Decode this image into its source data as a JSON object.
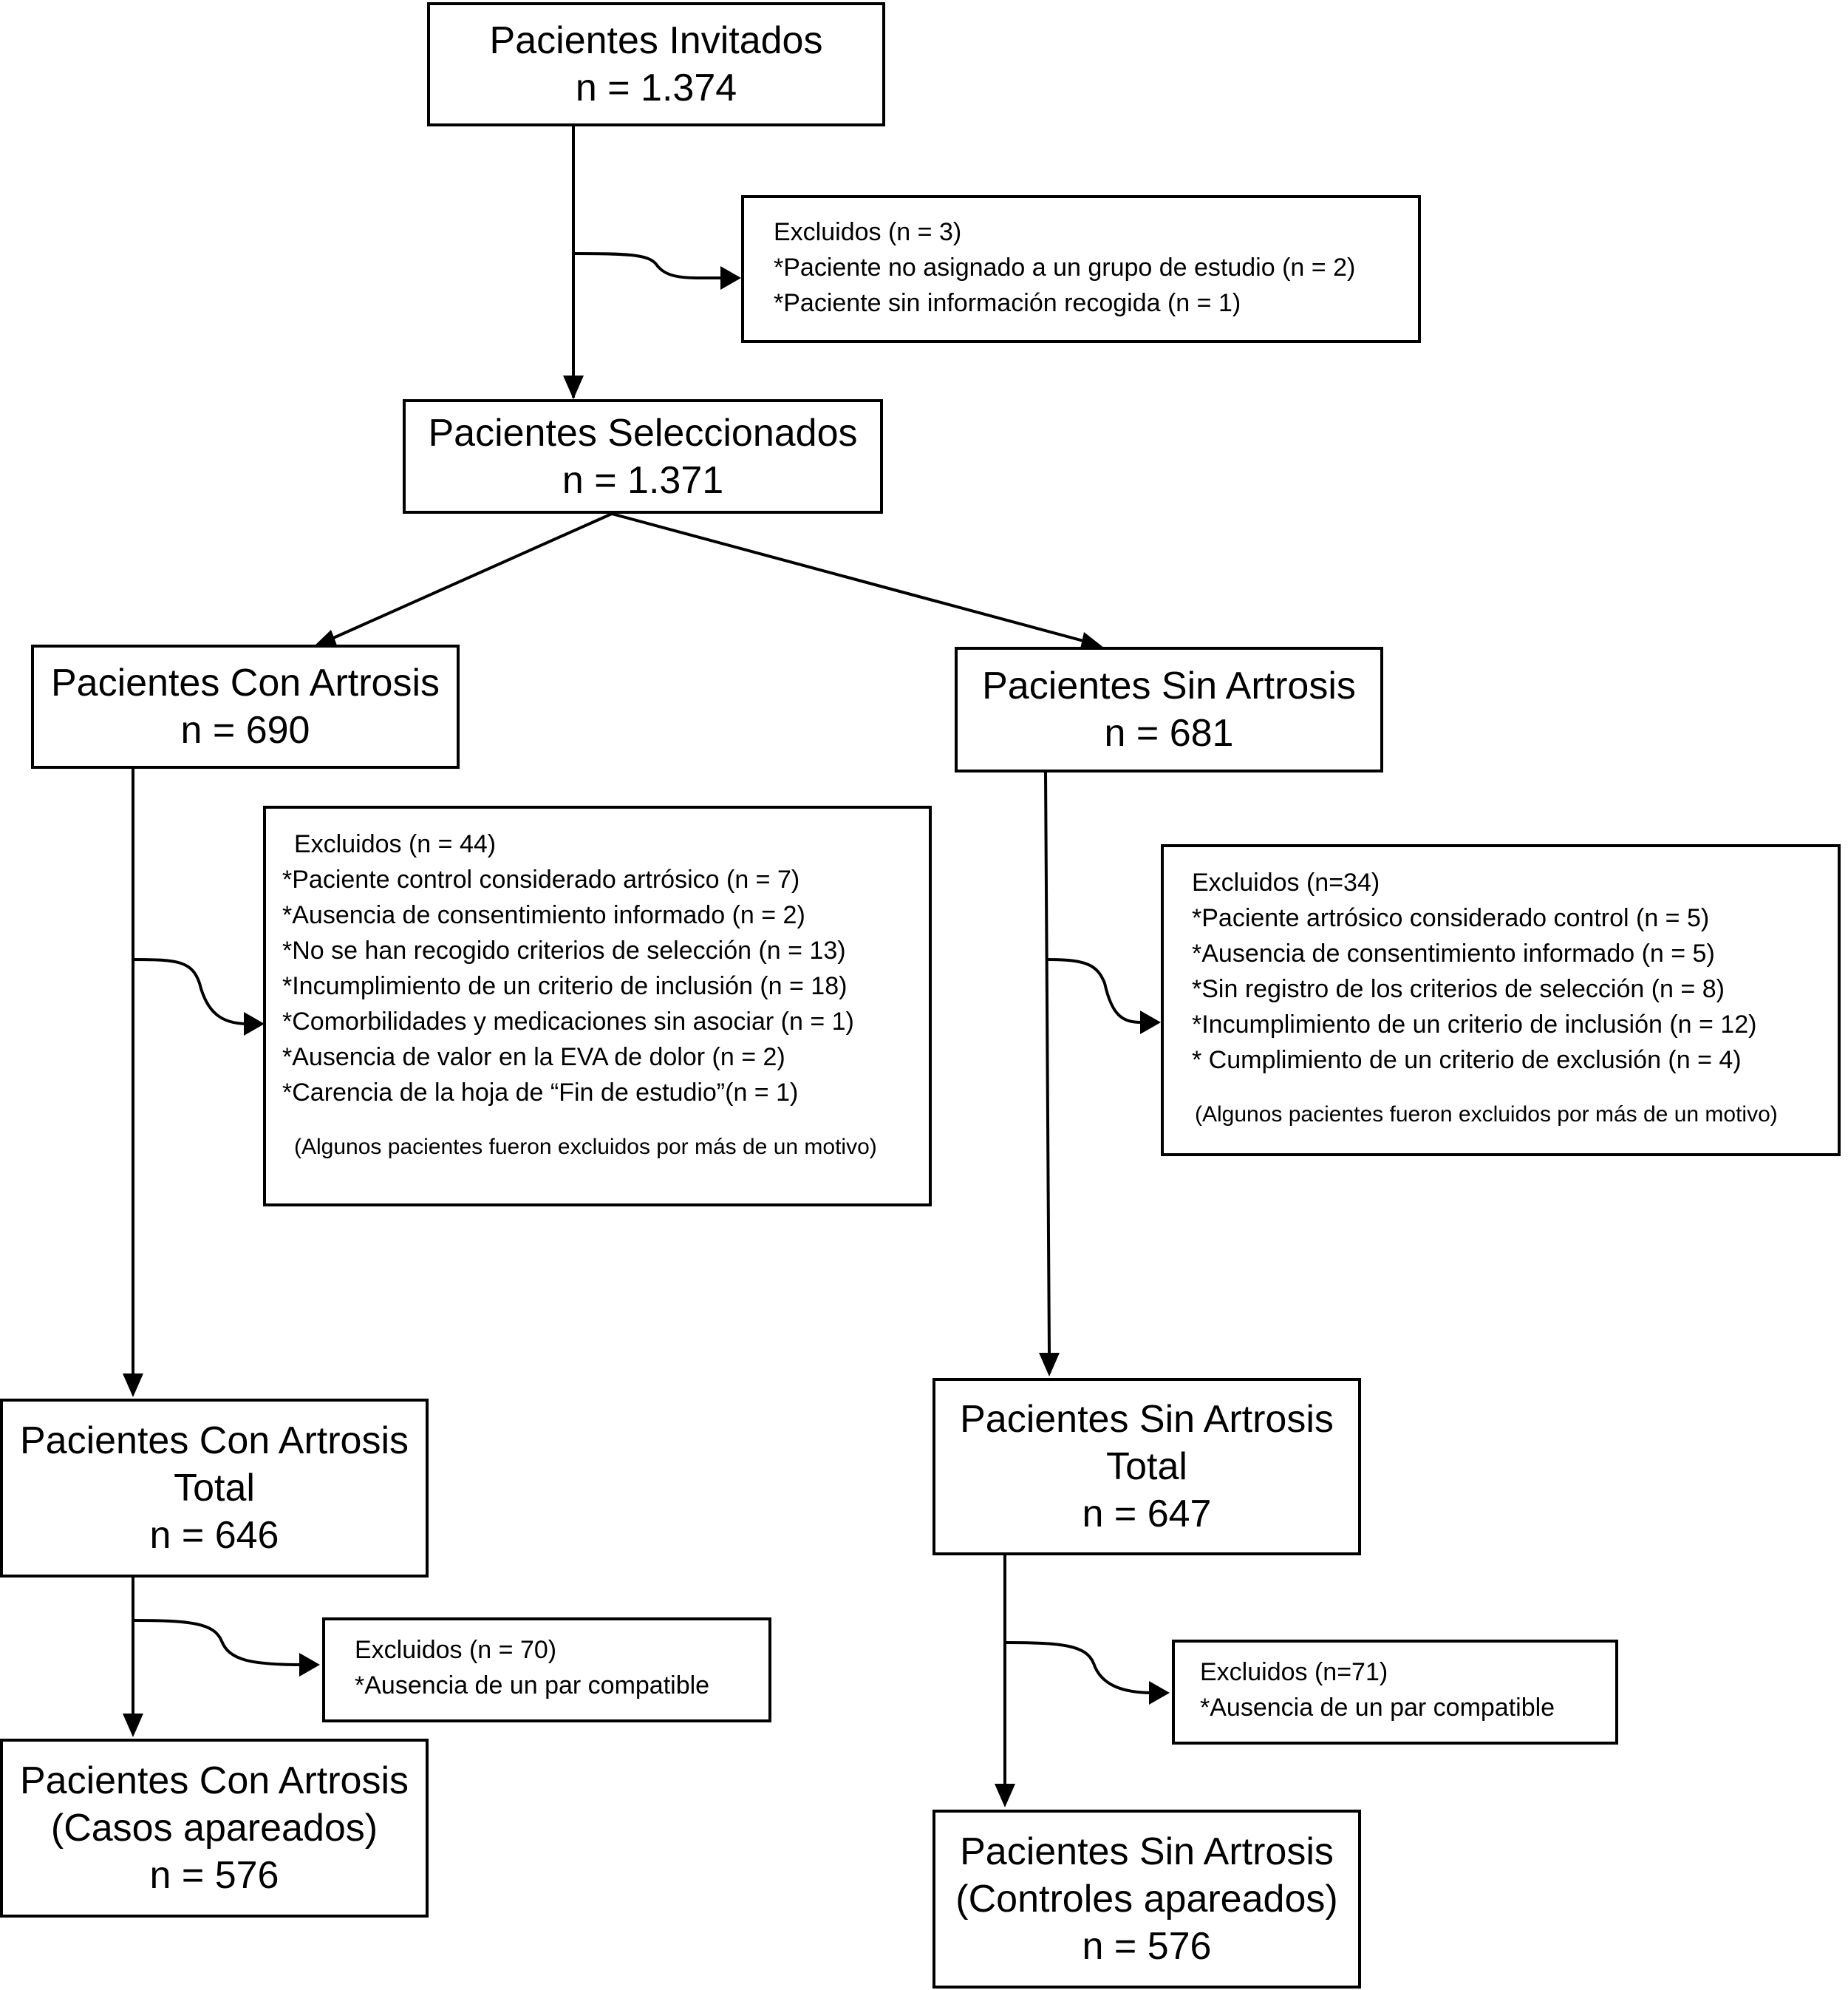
{
  "invited": {
    "title": "Pacientes Invitados",
    "n": "n = 1.374"
  },
  "excl_initial": {
    "heading": "Excluidos (n = 3)",
    "items": [
      "*Paciente no asignado a un grupo de estudio (n = 2)",
      "*Paciente sin información recogida (n = 1)"
    ]
  },
  "selected": {
    "title": "Pacientes Seleccionados",
    "n": "n = 1.371"
  },
  "con": {
    "title": "Pacientes Con Artrosis",
    "n": "n = 690"
  },
  "sin": {
    "title": "Pacientes Sin Artrosis",
    "n": "n = 681"
  },
  "excl_con": {
    "heading": "Excluidos (n = 44)",
    "items": [
      "*Paciente control considerado artrósico (n = 7)",
      "*Ausencia de consentimiento informado (n = 2)",
      "*No se han recogido criterios de selección (n = 13)",
      "*Incumplimiento de un criterio de inclusión (n = 18)",
      "*Comorbilidades y medicaciones sin asociar (n = 1)",
      "*Ausencia de valor en la EVA de dolor (n = 2)",
      "*Carencia de la hoja de “Fin de estudio”(n = 1)"
    ],
    "note": "(Algunos pacientes fueron excluidos por más de un motivo)"
  },
  "excl_sin": {
    "heading": "Excluidos (n=34)",
    "items": [
      "*Paciente artrósico considerado control (n = 5)",
      "*Ausencia de consentimiento informado (n = 5)",
      "*Sin registro de los criterios de selección (n = 8)",
      "*Incumplimiento de un criterio de inclusión (n = 12)",
      "* Cumplimiento de un criterio de exclusión (n = 4)"
    ],
    "note": "(Algunos pacientes fueron excluidos por más de un motivo)"
  },
  "con_total": {
    "title": "Pacientes Con Artrosis",
    "sub": "Total",
    "n": "n = 646"
  },
  "sin_total": {
    "title": "Pacientes Sin Artrosis",
    "sub": "Total",
    "n": "n = 647"
  },
  "excl_con_pair": {
    "heading": "Excluidos (n = 70)",
    "items": [
      "*Ausencia de un par compatible"
    ]
  },
  "excl_sin_pair": {
    "heading": "Excluidos (n=71)",
    "items": [
      "*Ausencia de un par compatible"
    ]
  },
  "con_matched": {
    "title": "Pacientes Con Artrosis",
    "sub": "(Casos apareados)",
    "n": "n = 576"
  },
  "sin_matched": {
    "title": "Pacientes Sin Artrosis",
    "sub": "(Controles apareados)",
    "n": "n = 576"
  }
}
